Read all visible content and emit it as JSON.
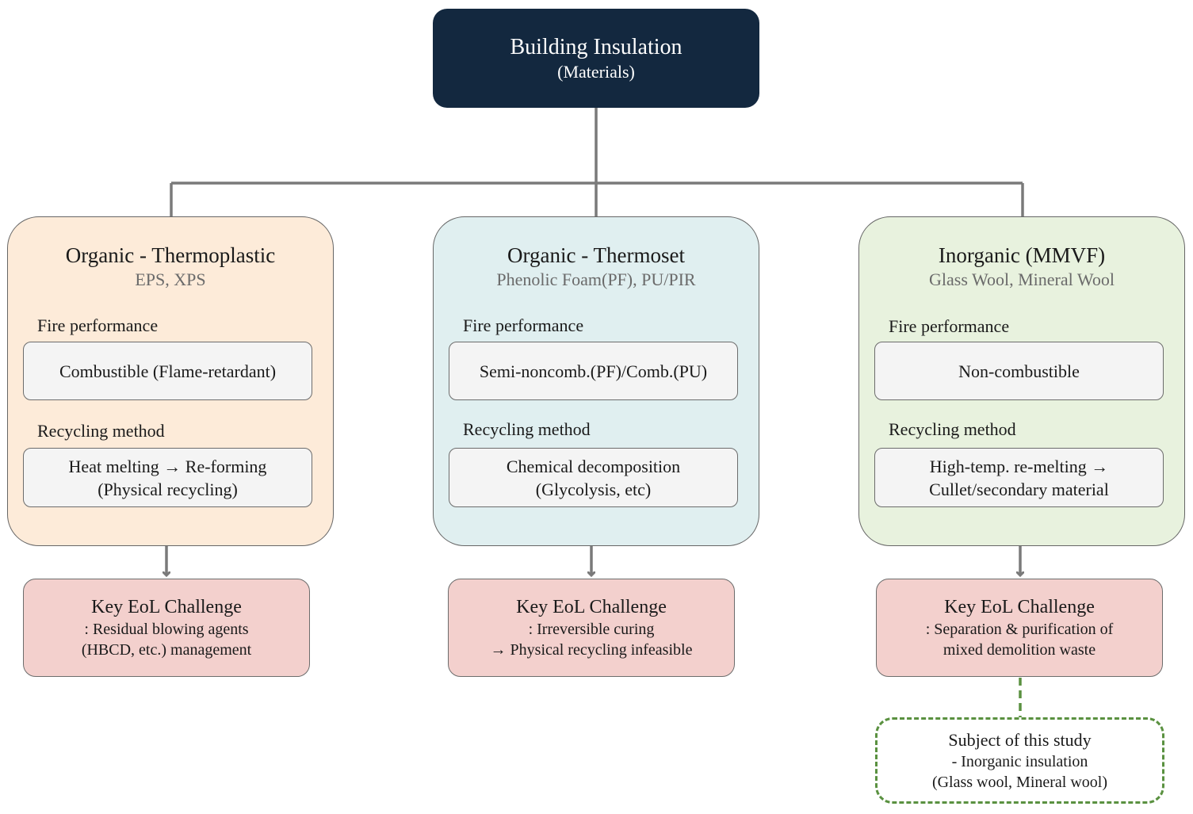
{
  "root": {
    "title": "Building Insulation",
    "subtitle": "(Materials)"
  },
  "labels": {
    "fire": "Fire performance",
    "recycling": "Recycling method"
  },
  "categories": [
    {
      "title": "Organic - Thermoplastic",
      "examples": "EPS, XPS",
      "fire": [
        "Combustible (Flame-retardant)"
      ],
      "recycling": [
        "Heat melting → Re-forming",
        "(Physical recycling)"
      ],
      "eol_title": "Key EoL Challenge",
      "eol_lines": [
        ": Residual blowing agents",
        "(HBCD, etc.) management"
      ]
    },
    {
      "title": "Organic - Thermoset",
      "examples": "Phenolic Foam(PF), PU/PIR",
      "fire": [
        "Semi-noncomb.(PF)/Comb.(PU)"
      ],
      "recycling": [
        "Chemical decomposition",
        "(Glycolysis, etc)"
      ],
      "eol_title": "Key EoL Challenge",
      "eol_lines": [
        ": Irreversible curing",
        "→ Physical recycling infeasible"
      ]
    },
    {
      "title": "Inorganic (MMVF)",
      "examples": "Glass Wool, Mineral Wool",
      "fire": [
        "Non-combustible"
      ],
      "recycling": [
        "High-temp. re-melting →",
        "Cullet/secondary material"
      ],
      "eol_title": "Key EoL Challenge",
      "eol_lines": [
        ": Separation & purification of",
        "mixed demolition waste"
      ]
    }
  ],
  "study": {
    "title": "Subject of this study",
    "lines": [
      "- Inorganic insulation",
      "(Glass wool, Mineral wool)"
    ]
  },
  "colors": {
    "root_bg": "#13283f",
    "thermoplastic_bg": "#fdebd9",
    "thermoset_bg": "#e0eff0",
    "inorganic_bg": "#e8f2de",
    "eol_bg": "#f3d0cd",
    "connector": "#7a7a7a",
    "study_border": "#5a9140"
  }
}
